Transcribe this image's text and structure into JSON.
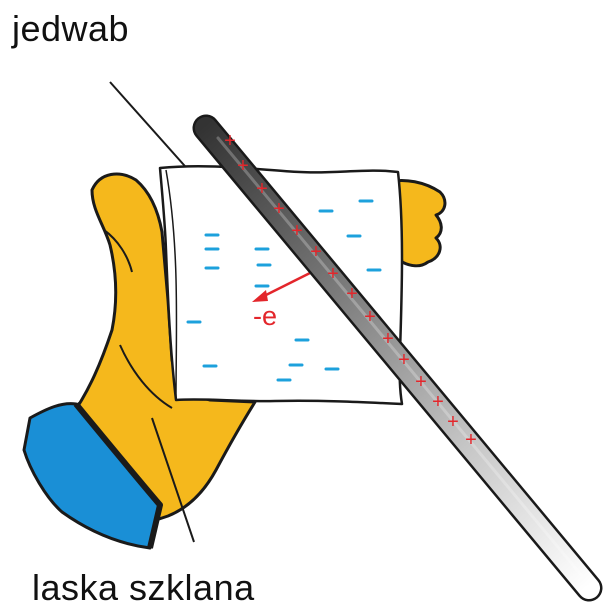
{
  "labels": {
    "silk": "jedwab",
    "glass_rod": "laska szklana",
    "electron": "-e"
  },
  "symbols": {
    "positive": "+",
    "negative": "-"
  },
  "colors": {
    "hand": "#F5B81C",
    "sleeve": "#1A8FD6",
    "outline": "#1a1a1a",
    "positive_charge": "#E3262B",
    "negative_charge": "#1DA1DC",
    "arrow": "#E3262B",
    "rod_dark": "#3a3a3a",
    "rod_light": "#ffffff"
  }
}
